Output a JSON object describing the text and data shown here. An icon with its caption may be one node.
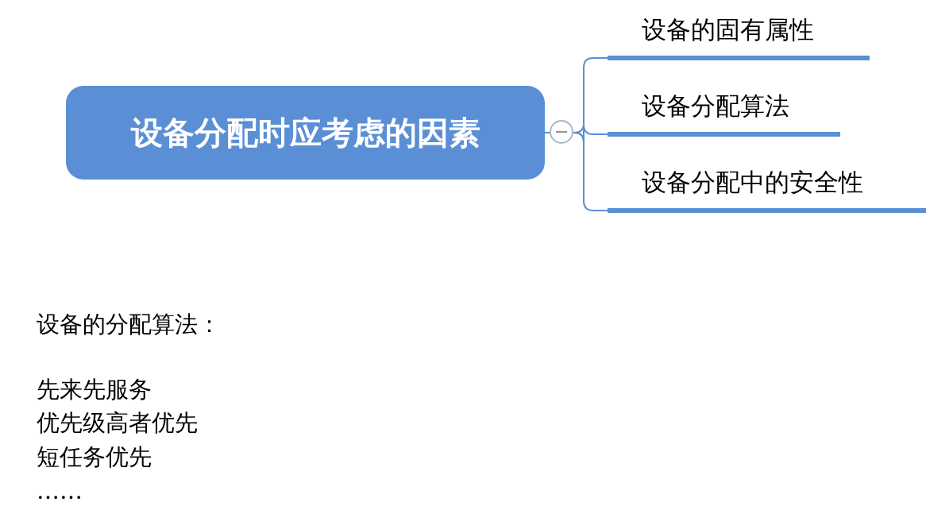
{
  "diagram": {
    "nodes": [
      {
        "text": [
          "设备分配时应考虑的因素"
        ]
      },
      {
        "text": [
          "设备的固有属性"
        ]
      },
      {
        "text": [
          "设备分配算法"
        ]
      },
      {
        "text": [
          "设备分配中的安全性"
        ]
      }
    ],
    "edges": [
      {
        "from": 0,
        "to": 1,
        "arrow": "none"
      },
      {
        "from": 0,
        "to": 2,
        "arrow": "none"
      },
      {
        "from": 0,
        "to": 3,
        "arrow": "none"
      }
    ],
    "labels": [
      "设备的分配算法：",
      "先来先服务",
      "优先级高者优先",
      "短任务优先",
      "……"
    ]
  }
}
